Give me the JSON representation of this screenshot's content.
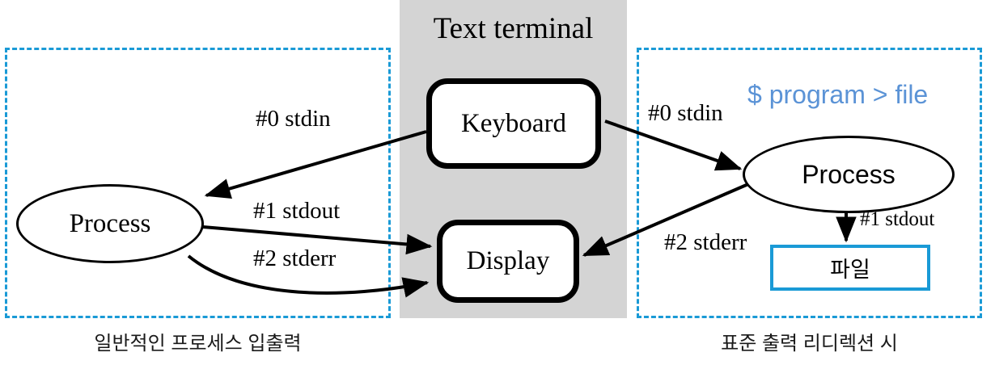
{
  "terminal": {
    "title": "Text terminal",
    "band_color": "#d4d4d4"
  },
  "panels": {
    "left": {
      "caption": "일반적인 프로세스 입출력",
      "border_color": "#1a9ad6"
    },
    "right": {
      "caption": "표준 출력 리디렉션 시",
      "border_color": "#1a9ad6",
      "command": "$ program > file",
      "command_color": "#5b93d6"
    }
  },
  "nodes": {
    "process_left": "Process",
    "process_right": "Process",
    "keyboard": "Keyboard",
    "display": "Display",
    "file": "파일"
  },
  "edges": {
    "left": [
      {
        "label": "#0 stdin",
        "from": "keyboard",
        "to": "process_left"
      },
      {
        "label": "#1 stdout",
        "from": "process_left",
        "to": "display"
      },
      {
        "label": "#2 stderr",
        "from": "process_left",
        "to": "display"
      }
    ],
    "right": [
      {
        "label": "#0 stdin",
        "from": "keyboard",
        "to": "process_right"
      },
      {
        "label": "#2 stderr",
        "from": "process_right",
        "to": "display"
      },
      {
        "label": "#1 stdout",
        "from": "process_right",
        "to": "file"
      }
    ]
  },
  "colors": {
    "accent_blue": "#1a9ad6",
    "command_blue": "#5b93d6",
    "band_gray": "#d4d4d4",
    "stroke_black": "#000000"
  }
}
